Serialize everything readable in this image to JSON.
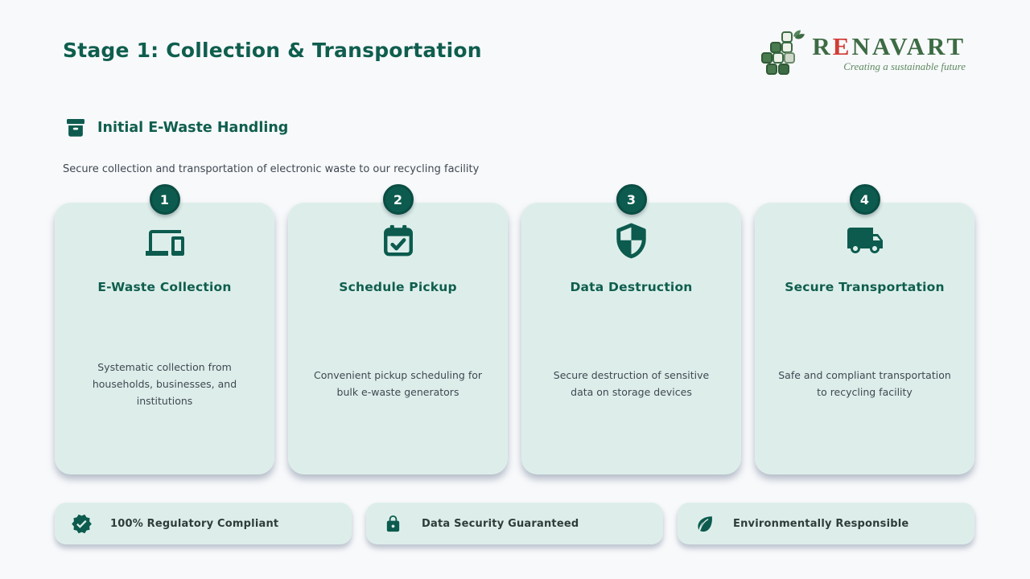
{
  "header": {
    "title": "Stage 1: Collection & Transportation"
  },
  "logo": {
    "brand_r": "R",
    "brand_e": "E",
    "brand_rest": "NAVART",
    "tagline": "Creating a sustainable future"
  },
  "section": {
    "heading": "Initial E-Waste Handling",
    "heading_icon": "archive-box-icon",
    "subtitle": "Secure collection and transportation of electronic waste to our recycling facility"
  },
  "steps": [
    {
      "number": "1",
      "icon": "devices-icon",
      "title": "E-Waste Collection",
      "description": "Systematic collection from households, businesses, and institutions"
    },
    {
      "number": "2",
      "icon": "calendar-check-icon",
      "title": "Schedule Pickup",
      "description": "Convenient pickup scheduling for bulk e-waste generators"
    },
    {
      "number": "3",
      "icon": "shield-icon",
      "title": "Data Destruction",
      "description": "Secure destruction of sensitive data on storage devices"
    },
    {
      "number": "4",
      "icon": "truck-icon",
      "title": "Secure Transportation",
      "description": "Safe and compliant transportation to recycling facility"
    }
  ],
  "footer_badges": [
    {
      "icon": "verified-seal-icon",
      "label": "100% Regulatory Compliant"
    },
    {
      "icon": "lock-icon",
      "label": "Data Security Guaranteed"
    },
    {
      "icon": "leaf-icon",
      "label": "Environmentally Responsible"
    }
  ],
  "colors": {
    "page_bg": "#f8f9fb",
    "accent_teal": "#0c5b4e",
    "title_teal": "#0f5e4e",
    "card_bg": "#ddeeea",
    "text_gray": "#3f4852",
    "pill_text": "#2e3c3a",
    "brand_green": "#3d6b44",
    "brand_red": "#d23c35",
    "tagline_green": "#5d8a5f"
  }
}
